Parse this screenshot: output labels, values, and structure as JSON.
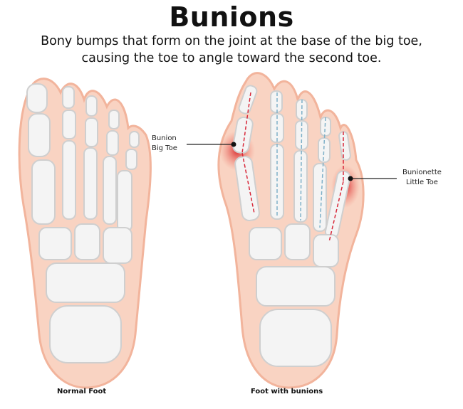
{
  "title": "Bunions",
  "subtitle_line1": "Bony bumps that form on the joint at the base of the big toe,",
  "subtitle_line2": "causing the toe to angle toward the second toe.",
  "labels": {
    "bunion_line1": "Bunion",
    "bunion_line2": "Big Toe",
    "bunionette_line1": "Bunionette",
    "bunionette_line2": "Little Toe"
  },
  "captions": {
    "normal": "Normal Foot",
    "bunions": "Foot with bunions"
  },
  "colors": {
    "skin": "#f9d3c2",
    "skin_edge": "#f2b49c",
    "bone": "#f4f4f4",
    "bone_shadow": "#cfcfcf",
    "inflammation": "#e0403a",
    "red_line": "#d8283a",
    "blue_line": "#7fb0c8"
  }
}
